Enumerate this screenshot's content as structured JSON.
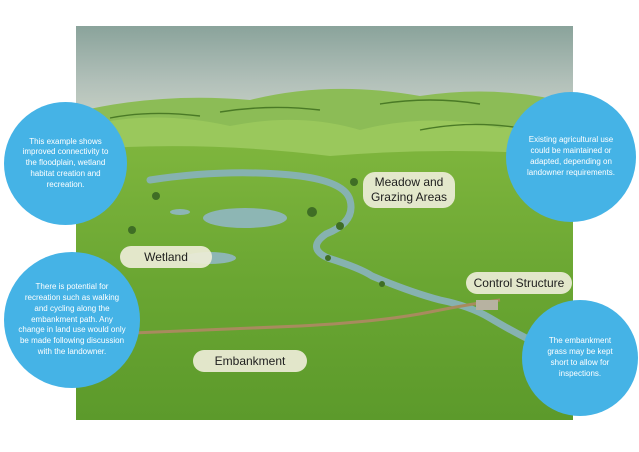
{
  "colors": {
    "bubble": "#45b3e6",
    "sky": "#aab9b2",
    "grass": "#6faa34",
    "river": "#7fa9a8",
    "label_bg": "#ecebd6"
  },
  "callouts": {
    "floodplain": "This example shows improved connectivity to the floodplain, wetland habitat creation and recreation.",
    "agriculture": "Existing agricultural use could be maintained or adapted, depending on landowner requirements.",
    "recreation": "There is potential for recreation such as walking and cycling along the embankment path. Any change in land use would only be made following discussion with the landowner.",
    "embankment_grass": "The embankment grass may be kept short to allow for inspections."
  },
  "labels": {
    "meadow": "Meadow and Grazing Areas",
    "wetland": "Wetland",
    "control_structure": "Control Structure",
    "embankment": "Embankment"
  }
}
